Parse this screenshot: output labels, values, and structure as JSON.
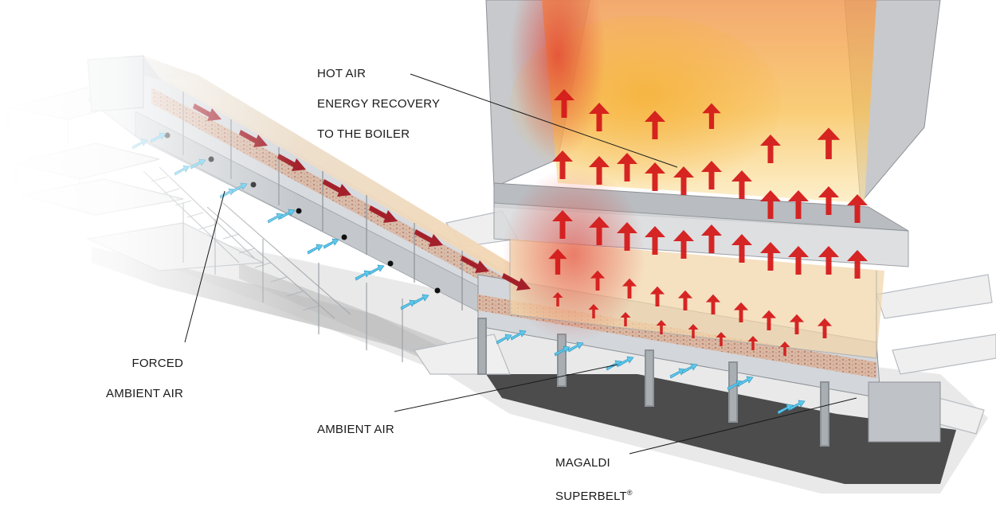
{
  "labels": {
    "hot_air": {
      "line1": "HOT AIR",
      "line2": "ENERGY RECOVERY",
      "line3": "TO THE BOILER"
    },
    "forced_air": {
      "line1": "FORCED",
      "line2": "AMBIENT AIR"
    },
    "ambient_air": "AMBIENT AIR",
    "superbelt": {
      "line1": "MAGALDI",
      "line2": "SUPERBELT",
      "mark": "®"
    }
  },
  "colors": {
    "hot_arrow": "#d41a1a",
    "flow_arrow": "#a3202a",
    "cool_arrow": "#5bc8ec",
    "steel": "#c9ccd0",
    "steel_dark": "#8d9297",
    "shadow": "#4a4a4a",
    "flame_core": "#f7b733",
    "flame_edge": "#e8553b"
  }
}
